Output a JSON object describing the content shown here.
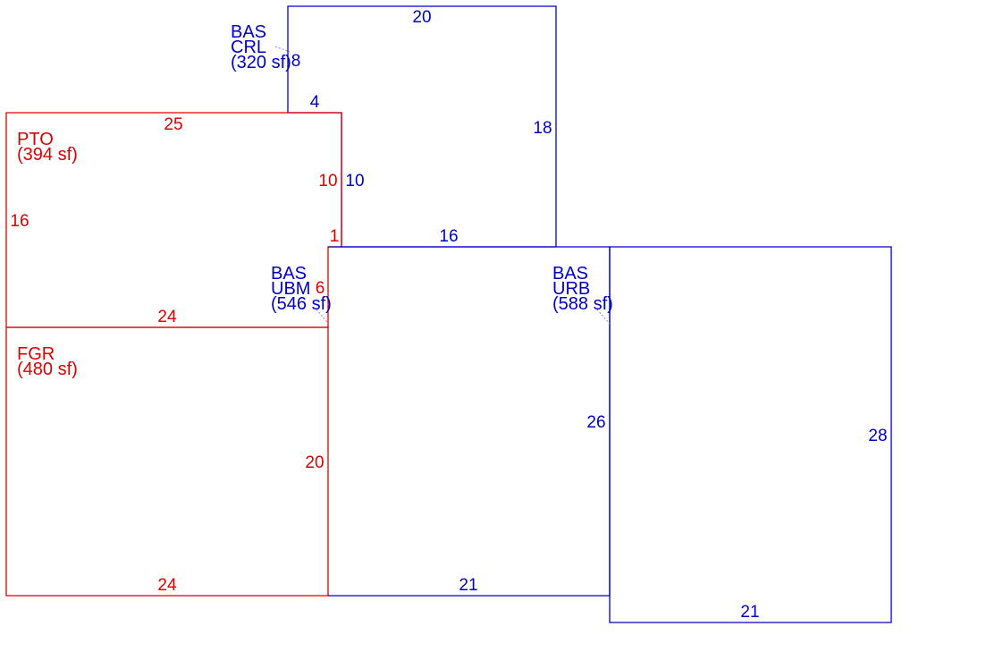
{
  "colors": {
    "living": "#0000cc",
    "non_living": "#dd0000",
    "leader": "#8888cc"
  },
  "areas": [
    {
      "id": "crl",
      "type": "living",
      "lines": [
        "BAS",
        "CRL",
        "(320 sf)"
      ],
      "dims": {
        "top": "20",
        "right": "18",
        "left": "8",
        "notch": "4",
        "step_right": "10",
        "bottom": "16"
      }
    },
    {
      "id": "pto",
      "type": "non_living",
      "lines": [
        "PTO",
        "(394 sf)"
      ],
      "dims": {
        "top": "25",
        "left": "16",
        "right": "10",
        "jog": "1",
        "bottom": "24"
      }
    },
    {
      "id": "fgr",
      "type": "non_living",
      "lines": [
        "FGR",
        "(480 sf)"
      ],
      "dims": {
        "top_shared": "6",
        "right": "20",
        "bottom": "24"
      }
    },
    {
      "id": "ubm",
      "type": "living",
      "lines": [
        "BAS",
        "UBM",
        "(546 sf)"
      ],
      "dims": {
        "right": "26",
        "bottom": "21"
      }
    },
    {
      "id": "urb",
      "type": "living",
      "lines": [
        "BAS",
        "URB",
        "(588 sf)"
      ],
      "dims": {
        "right": "28",
        "bottom": "21"
      }
    }
  ]
}
